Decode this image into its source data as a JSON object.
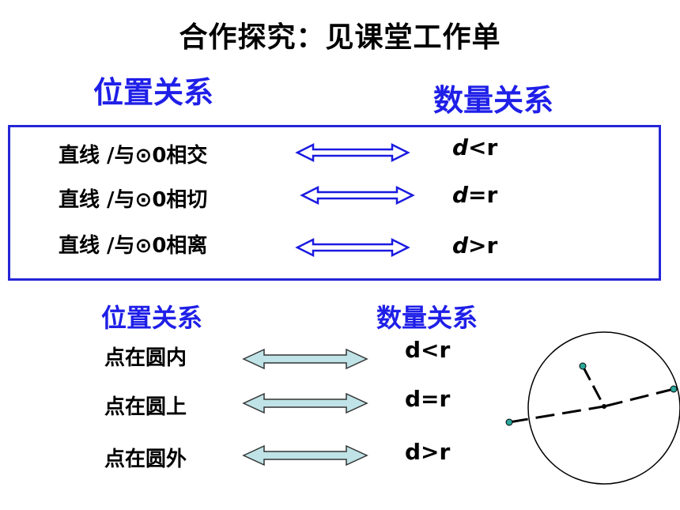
{
  "title": "合作探究：见课堂工作单",
  "section1": {
    "position_heading": "位置关系",
    "quantity_heading": "数量关系",
    "rows": [
      {
        "position": "直线 /与⊙0相交",
        "d": "d",
        "op": "<",
        "r": "r"
      },
      {
        "position": "直线 /与⊙0相切",
        "d": "d",
        "op": "=",
        "r": "r"
      },
      {
        "position": "直线 /与⊙0相离",
        "d": "d",
        "op": ">",
        "r": "r"
      }
    ]
  },
  "section2": {
    "position_heading": "位置关系",
    "quantity_heading": "数量关系",
    "rows": [
      {
        "position": "点在圆内",
        "relation": "d<r"
      },
      {
        "position": "点在圆上",
        "relation": "d=r"
      },
      {
        "position": "点在圆外",
        "relation": "d>r"
      }
    ]
  },
  "colors": {
    "heading_blue": "#1f1fe8",
    "arrow_blue": "#1a1ae0",
    "arrow_fill": "#bfe3e6",
    "arrow_stroke": "#333333",
    "point_teal": "#2aa79b"
  },
  "icons": [
    "double-arrow-icon",
    "circle-diagram"
  ]
}
